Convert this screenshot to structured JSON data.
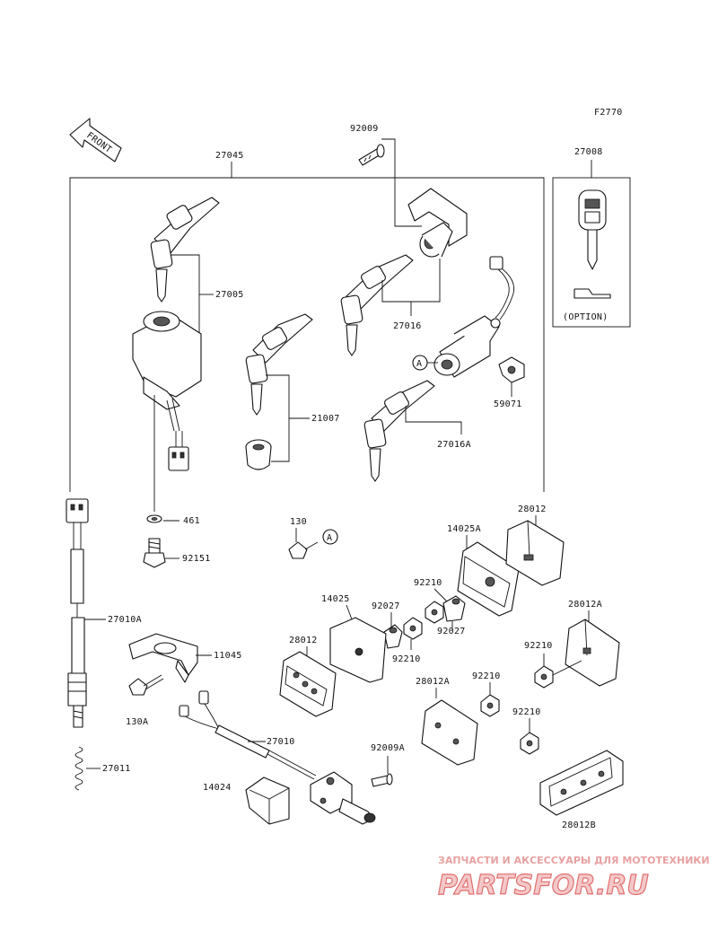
{
  "diagram_code": "F2770",
  "front_label": "FRONT",
  "option_label": "(OPTION)",
  "parts": {
    "p92009": "92009",
    "p27045": "27045",
    "p27008": "27008",
    "p27005": "27005",
    "p27016": "27016",
    "p21007": "21007",
    "p59071": "59071",
    "p27016A": "27016A",
    "p461": "461",
    "p92151": "92151",
    "p130": "130",
    "p28012": "28012",
    "p14025A": "14025A",
    "p92210a": "92210",
    "p28012A_r": "28012A",
    "p14025": "14025",
    "p92027a": "92027",
    "p92027b": "92027",
    "p92210b": "92210",
    "p27010A": "27010A",
    "p11045": "11045",
    "p92210c": "92210",
    "p28012_l": "28012",
    "p130A": "130A",
    "p28012A_m": "28012A",
    "p92210d": "92210",
    "p27010": "27010",
    "p92210e": "92210",
    "p92009A": "92009A",
    "p27011": "27011",
    "p14024": "14024",
    "p28012B": "28012B"
  },
  "callout_marker": "A",
  "watermark": {
    "tagline": "ЗАПЧАСТИ И АКСЕССУАРЫ ДЛЯ МОТОТЕХНИКИ",
    "brand": "PARTSFOR.RU"
  },
  "colors": {
    "line": "#111111",
    "watermark": "#e07070"
  }
}
